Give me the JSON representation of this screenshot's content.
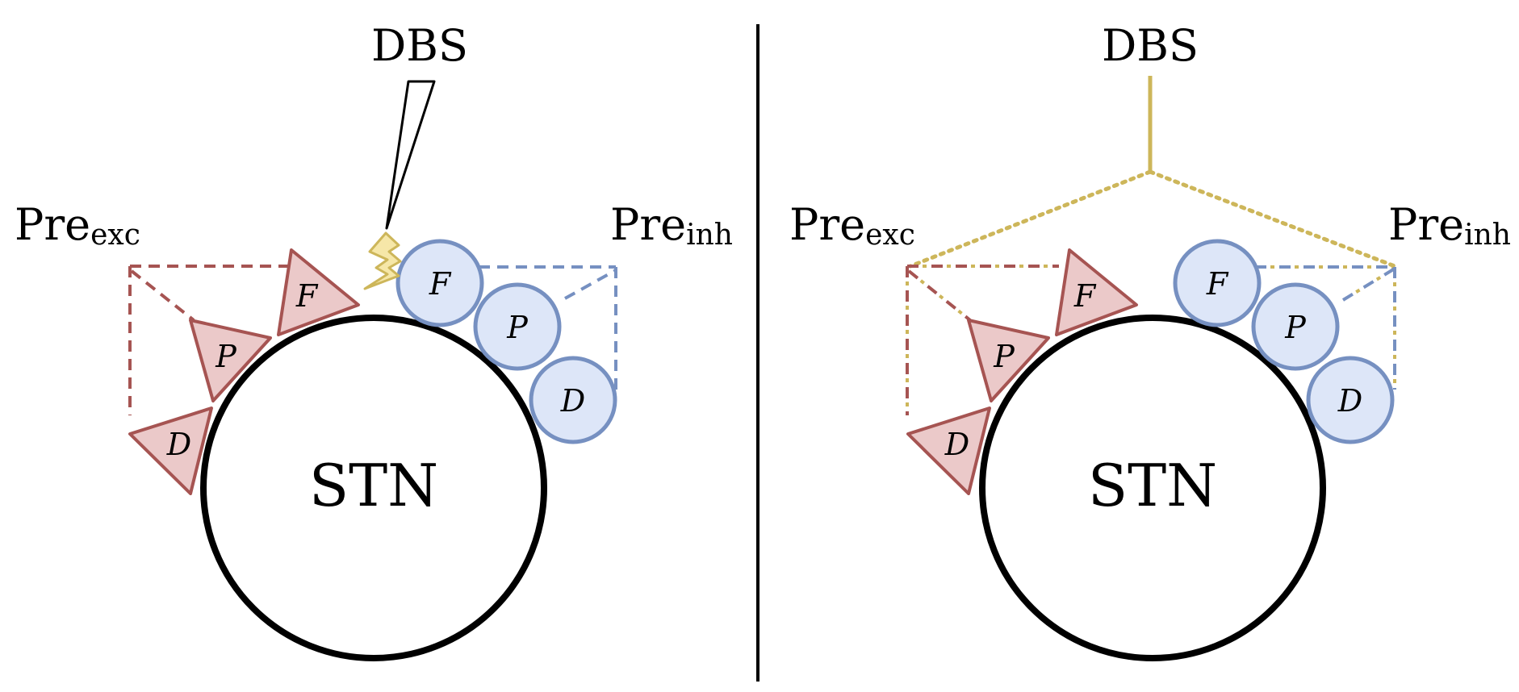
{
  "colors": {
    "excitatory_stroke": "#A65452",
    "excitatory_fill": "#EBC9C9",
    "inhibitory_stroke": "#7690C1",
    "inhibitory_fill": "#DDE6F8",
    "dbs": "#CDB65A",
    "dbs_bolt_fill": "#F6E7A8",
    "neuron": "#000000"
  },
  "panels": [
    {
      "neuron_label": "STN",
      "dbs_label": "DBS",
      "dbs_icon": "lightning-bolt-icon",
      "exc_label": {
        "base": "Pre",
        "sub": "exc"
      },
      "inh_label": {
        "base": "Pre",
        "sub": "inh"
      },
      "exc_synapses": [
        "F",
        "P",
        "D"
      ],
      "inh_synapses": [
        "F",
        "P",
        "D"
      ]
    },
    {
      "neuron_label": "STN",
      "dbs_label": "DBS",
      "exc_label": {
        "base": "Pre",
        "sub": "exc"
      },
      "inh_label": {
        "base": "Pre",
        "sub": "inh"
      },
      "exc_synapses": [
        "F",
        "P",
        "D"
      ],
      "inh_synapses": [
        "F",
        "P",
        "D"
      ]
    }
  ]
}
